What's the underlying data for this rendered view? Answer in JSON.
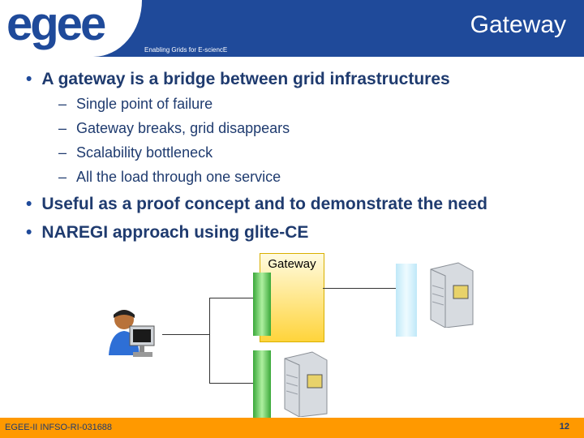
{
  "header": {
    "logo_text": "egee",
    "tagline": "Enabling Grids for E-sciencE",
    "title": "Gateway"
  },
  "content": {
    "bullet1": "A gateway is a bridge between grid infrastructures",
    "sub_items": [
      "Single point of failure",
      "Gateway breaks, grid disappears",
      "Scalability bottleneck",
      "All the load through one service"
    ],
    "bullet2": "Useful as a proof concept and to demonstrate the need",
    "bullet3": "NAREGI approach using glite-CE"
  },
  "diagram": {
    "gateway_label": "Gateway"
  },
  "footer": {
    "left": "EGEE-II INFSO-RI-031688",
    "right": "12"
  }
}
